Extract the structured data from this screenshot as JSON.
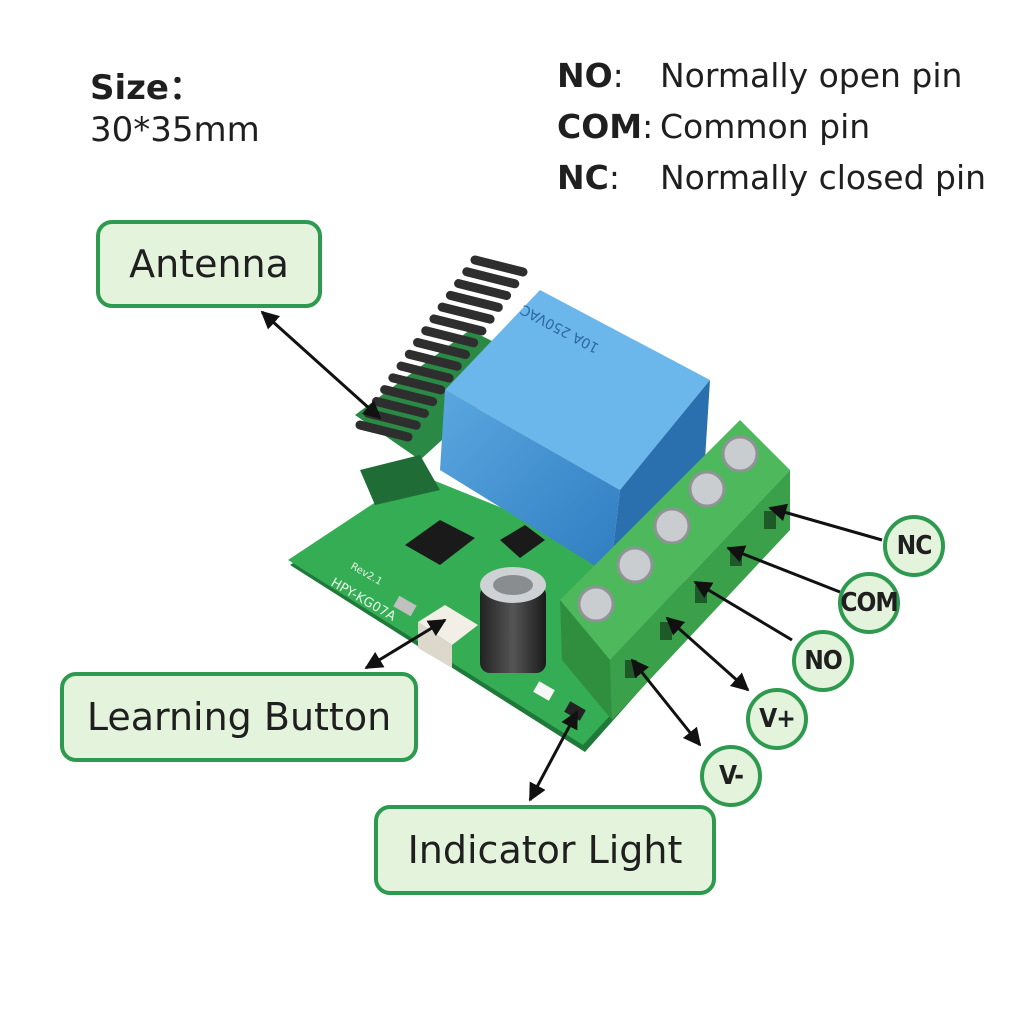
{
  "size": {
    "label": "Size：",
    "value": "30*35mm"
  },
  "legend": [
    {
      "code": "NO",
      "sep": ":",
      "text": "Normally open pin"
    },
    {
      "code": "COM",
      "sep": ":",
      "text": "Common pin"
    },
    {
      "code": "NC",
      "sep": ":",
      "text": "Normally closed pin"
    }
  ],
  "callouts": {
    "antenna": "Antenna",
    "learning_button": "Learning Button",
    "indicator_light": "Indicator Light"
  },
  "pins": {
    "nc": "NC",
    "com": "COM",
    "no": "NO",
    "vplus": "V+",
    "vminus": "V-"
  },
  "board_text": {
    "model": "HPY-KG07A",
    "rev": "Rev2.1",
    "relay": "10A 250VAC"
  },
  "colors": {
    "accent": "#2e9a4f",
    "callout_fill": "#e4f3dc",
    "pcb": "#2fa84f",
    "relay": "#3f8fd0",
    "terminal": "#3a9a48",
    "antenna": "#3a3a3a"
  }
}
